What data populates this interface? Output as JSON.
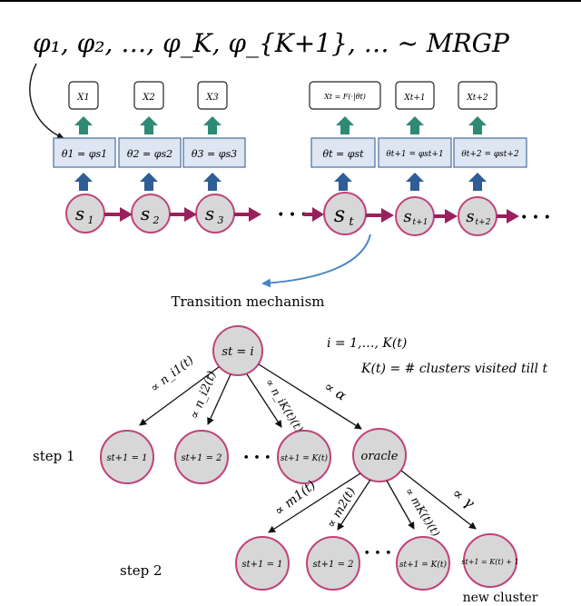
{
  "header": {
    "prior": "φ₁, φ₂, …, φ_K, φ_{K+1}, … ~ MRGP"
  },
  "chain": {
    "nodes": [
      "s1",
      "s2",
      "s3",
      "…",
      "st",
      "st+1",
      "st+2",
      "…"
    ],
    "node_labels": [
      "s",
      "s",
      "s",
      "s",
      "s",
      "s"
    ],
    "node_subs": [
      "1",
      "2",
      "3",
      "t",
      "t+1",
      "t+2"
    ],
    "params": [
      "θ1 = φs1",
      "θ2 = φs2",
      "θ3 = φs3",
      "θt = φst",
      "θt+1 = φst+1",
      "θt+2 = φst+2"
    ],
    "obs": [
      "X1",
      "X2",
      "X3",
      "Xt = F(·|θt)",
      "Xt+1",
      "Xt+2"
    ],
    "ellipsis": "• • •"
  },
  "transition_label": "Transition mechanism",
  "tree": {
    "root": "st = i",
    "index_note": "i = 1,…, K(t)",
    "k_note": "K(t) = # clusters visited till t",
    "step1_label": "step 1",
    "step2_label": "step 2",
    "step1_nodes": [
      "st+1 = 1",
      "st+1 = 2",
      "st+1 = K(t)",
      "oracle"
    ],
    "step1_edges": [
      "∝ n_i1(t)",
      "∝ n_i2(t)",
      "∝ n_iK(t)(t)",
      "∝ α"
    ],
    "step2_nodes": [
      "st+1 = 1",
      "st+1 = 2",
      "st+1 = K(t)",
      "st+1 = K(t) + 1"
    ],
    "step2_edges": [
      "∝ m1(t)",
      "∝ m2(t)",
      "∝ mK(t)(t)",
      "∝ γ"
    ],
    "new_cluster_label": "new cluster",
    "dots": "• • •"
  },
  "colors": {
    "chain_arrow": "#9b1f5c",
    "node_fill": "#d7d7d7",
    "node_stroke": "#c0427a",
    "param_fill": "#dde6f2",
    "param_stroke": "#4a6d9c",
    "up_arrow_blue": "#2f5d95",
    "up_arrow_green": "#2f8a73",
    "curve_blue": "#4a86c5"
  }
}
